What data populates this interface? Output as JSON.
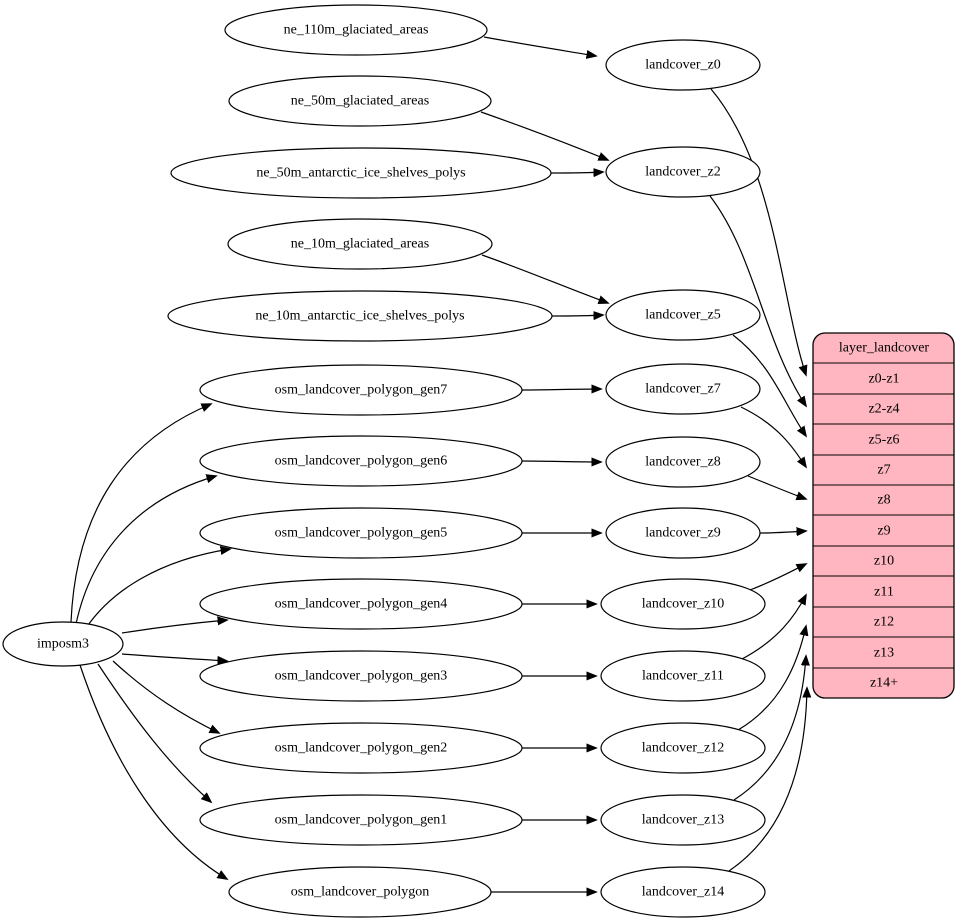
{
  "graph": {
    "importer_label": "imposm3",
    "sources": [
      "ne_110m_glaciated_areas",
      "ne_50m_glaciated_areas",
      "ne_50m_antarctic_ice_shelves_polys",
      "ne_10m_glaciated_areas",
      "ne_10m_antarctic_ice_shelves_polys",
      "osm_landcover_polygon_gen7",
      "osm_landcover_polygon_gen6",
      "osm_landcover_polygon_gen5",
      "osm_landcover_polygon_gen4",
      "osm_landcover_polygon_gen3",
      "osm_landcover_polygon_gen2",
      "osm_landcover_polygon_gen1",
      "osm_landcover_polygon"
    ],
    "intermediate": [
      "landcover_z0",
      "landcover_z2",
      "landcover_z5",
      "landcover_z7",
      "landcover_z8",
      "landcover_z9",
      "landcover_z10",
      "landcover_z11",
      "landcover_z12",
      "landcover_z13",
      "landcover_z14"
    ],
    "layer_table": {
      "header": "layer_landcover",
      "rows": [
        "z0-z1",
        "z2-z4",
        "z5-z6",
        "z7",
        "z8",
        "z9",
        "z10",
        "z11",
        "z12",
        "z13",
        "z14+"
      ]
    },
    "edges": [
      {
        "from": "ne_110m_glaciated_areas",
        "to": "landcover_z0"
      },
      {
        "from": "ne_50m_glaciated_areas",
        "to": "landcover_z2"
      },
      {
        "from": "ne_50m_antarctic_ice_shelves_polys",
        "to": "landcover_z2"
      },
      {
        "from": "ne_10m_glaciated_areas",
        "to": "landcover_z5"
      },
      {
        "from": "ne_10m_antarctic_ice_shelves_polys",
        "to": "landcover_z5"
      },
      {
        "from": "imposm3",
        "to": "osm_landcover_polygon_gen7"
      },
      {
        "from": "imposm3",
        "to": "osm_landcover_polygon_gen6"
      },
      {
        "from": "imposm3",
        "to": "osm_landcover_polygon_gen5"
      },
      {
        "from": "imposm3",
        "to": "osm_landcover_polygon_gen4"
      },
      {
        "from": "imposm3",
        "to": "osm_landcover_polygon_gen3"
      },
      {
        "from": "imposm3",
        "to": "osm_landcover_polygon_gen2"
      },
      {
        "from": "imposm3",
        "to": "osm_landcover_polygon_gen1"
      },
      {
        "from": "imposm3",
        "to": "osm_landcover_polygon"
      },
      {
        "from": "osm_landcover_polygon_gen7",
        "to": "landcover_z7"
      },
      {
        "from": "osm_landcover_polygon_gen6",
        "to": "landcover_z8"
      },
      {
        "from": "osm_landcover_polygon_gen5",
        "to": "landcover_z9"
      },
      {
        "from": "osm_landcover_polygon_gen4",
        "to": "landcover_z10"
      },
      {
        "from": "osm_landcover_polygon_gen3",
        "to": "landcover_z11"
      },
      {
        "from": "osm_landcover_polygon_gen2",
        "to": "landcover_z12"
      },
      {
        "from": "osm_landcover_polygon_gen1",
        "to": "landcover_z13"
      },
      {
        "from": "osm_landcover_polygon",
        "to": "landcover_z14"
      },
      {
        "from": "landcover_z0",
        "to": "layer_landcover:z0-z1"
      },
      {
        "from": "landcover_z2",
        "to": "layer_landcover:z2-z4"
      },
      {
        "from": "landcover_z5",
        "to": "layer_landcover:z5-z6"
      },
      {
        "from": "landcover_z7",
        "to": "layer_landcover:z7"
      },
      {
        "from": "landcover_z8",
        "to": "layer_landcover:z8"
      },
      {
        "from": "landcover_z9",
        "to": "layer_landcover:z9"
      },
      {
        "from": "landcover_z10",
        "to": "layer_landcover:z10"
      },
      {
        "from": "landcover_z11",
        "to": "layer_landcover:z11"
      },
      {
        "from": "landcover_z12",
        "to": "layer_landcover:z12"
      },
      {
        "from": "landcover_z13",
        "to": "layer_landcover:z13"
      },
      {
        "from": "landcover_z14",
        "to": "layer_landcover:z14+"
      }
    ],
    "colors": {
      "background": "#ffffff",
      "node_fill": "#ffffff",
      "stroke": "#000000",
      "layer_table_fill": "#ffb6c1"
    }
  }
}
